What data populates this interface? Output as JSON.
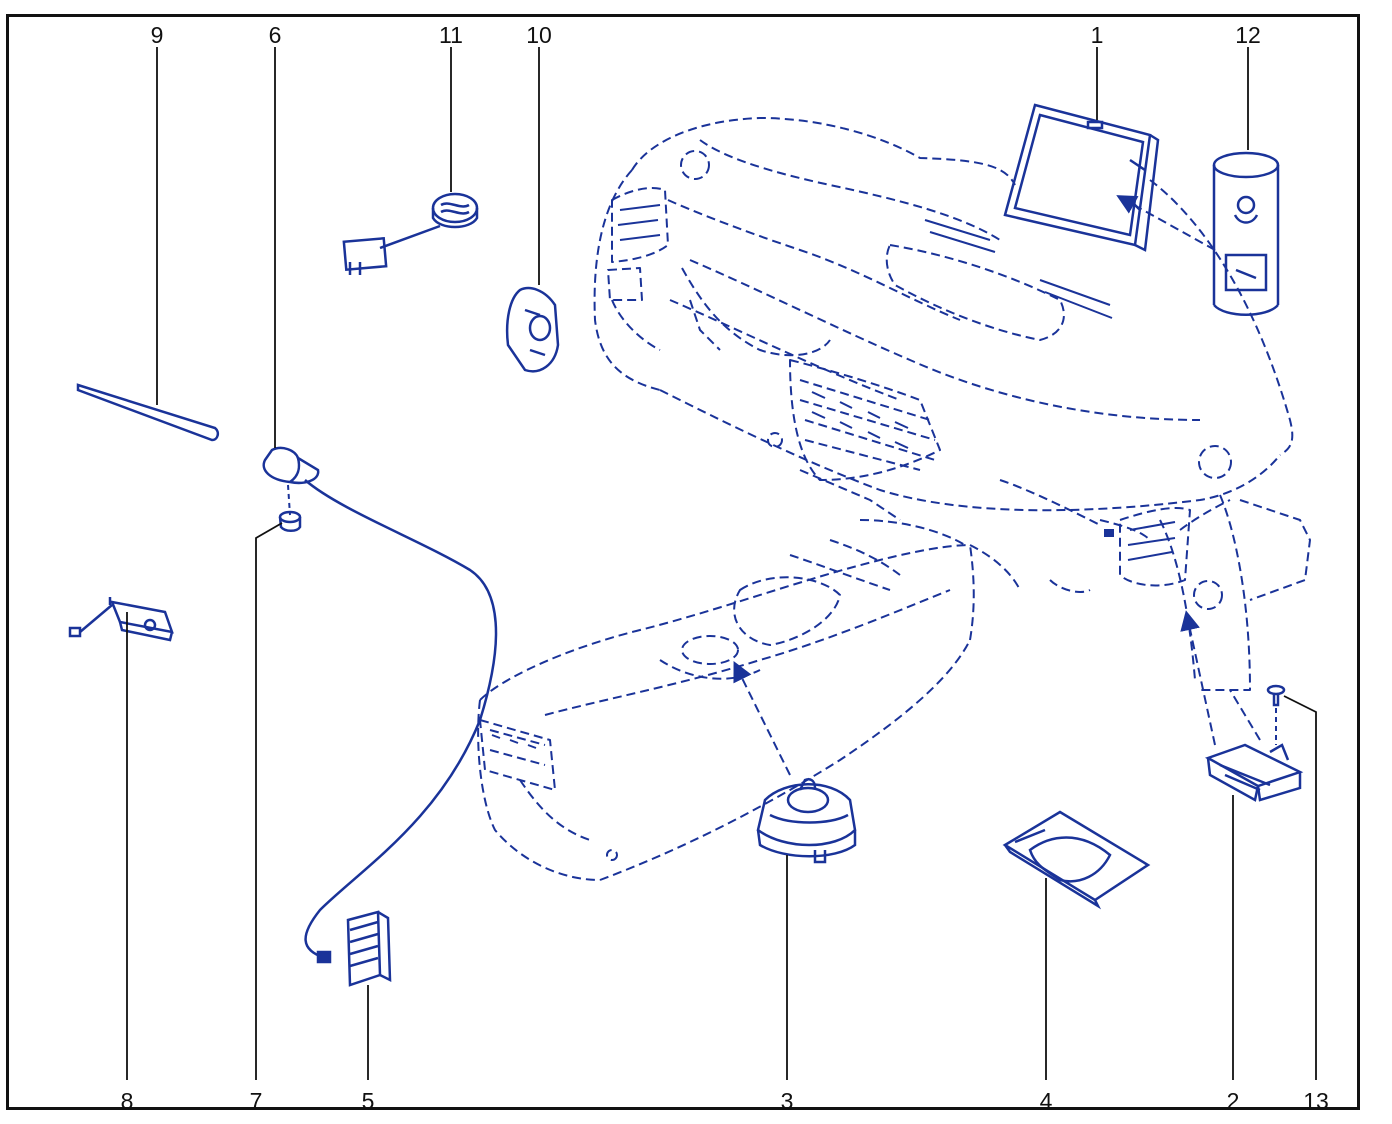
{
  "diagram": {
    "line_color": "#1a3399",
    "leader_color": "#111111",
    "callouts": [
      {
        "id": "label-1",
        "text": "1"
      },
      {
        "id": "label-12",
        "text": "12"
      },
      {
        "id": "label-9",
        "text": "9"
      },
      {
        "id": "label-6",
        "text": "6"
      },
      {
        "id": "label-11",
        "text": "11"
      },
      {
        "id": "label-10",
        "text": "10"
      },
      {
        "id": "label-8",
        "text": "8"
      },
      {
        "id": "label-7",
        "text": "7"
      },
      {
        "id": "label-5",
        "text": "5"
      },
      {
        "id": "label-3",
        "text": "3"
      },
      {
        "id": "label-4",
        "text": "4"
      },
      {
        "id": "label-2",
        "text": "2"
      },
      {
        "id": "label-13",
        "text": "13"
      }
    ],
    "parts": [
      {
        "name": "display-screen",
        "callout": "1"
      },
      {
        "name": "cleaning-spray-can",
        "callout": "12"
      },
      {
        "name": "antenna-rod",
        "callout": "9"
      },
      {
        "name": "antenna-base",
        "callout": "6"
      },
      {
        "name": "speaker-with-connector",
        "callout": "11"
      },
      {
        "name": "steering-control-switch",
        "callout": "10"
      },
      {
        "name": "antenna-amplifier",
        "callout": "8"
      },
      {
        "name": "antenna-nut",
        "callout": "7"
      },
      {
        "name": "connector-block",
        "callout": "5"
      },
      {
        "name": "joystick-controller",
        "callout": "3"
      },
      {
        "name": "sd-map-card",
        "callout": "4"
      },
      {
        "name": "control-unit",
        "callout": "2"
      },
      {
        "name": "screw",
        "callout": "13"
      }
    ]
  }
}
